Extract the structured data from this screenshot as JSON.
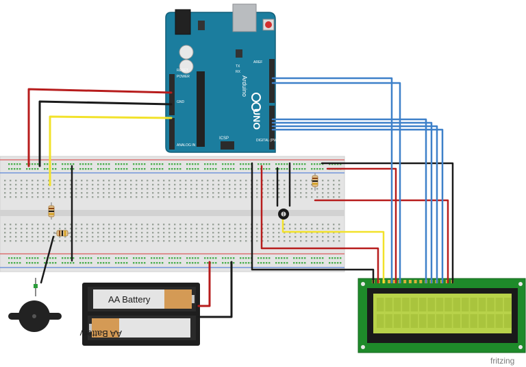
{
  "battery": {
    "cell_top_label": "AA Battery",
    "cell_bottom_label": "AA Battery"
  },
  "arduino": {
    "model": "UNO",
    "brand": "Arduino",
    "icsp_label": "ICSP",
    "tx_label": "TX",
    "rx_label": "RX",
    "aref_label": "AREF",
    "gnd_label": "GND",
    "power_label": "POWER",
    "analog_label": "ANALOG IN",
    "digital_label": "DIGITAL (PWM~)",
    "reset_label": "RESET"
  },
  "branding": {
    "watermark": "fritzing"
  },
  "colors": {
    "arduino_board": "#1b7d9e",
    "breadboard": "#e3e3e3",
    "rail_red": "#d63a3a",
    "rail_blue": "#3a6ed6",
    "hole_green": "#4caf50",
    "wire_red": "#b71c1c",
    "wire_black": "#1a1a1a",
    "wire_yellow": "#f2e22a",
    "wire_blue": "#3d80c9",
    "lcd_pcb": "#1e8a2a",
    "lcd_screen": "#b8d24a",
    "battery_body": "#d49a55"
  },
  "icons": [
    "piezo-buzzer-icon",
    "potentiometer-icon",
    "resistor-icon",
    "usb-connector-icon",
    "reset-button-icon"
  ]
}
